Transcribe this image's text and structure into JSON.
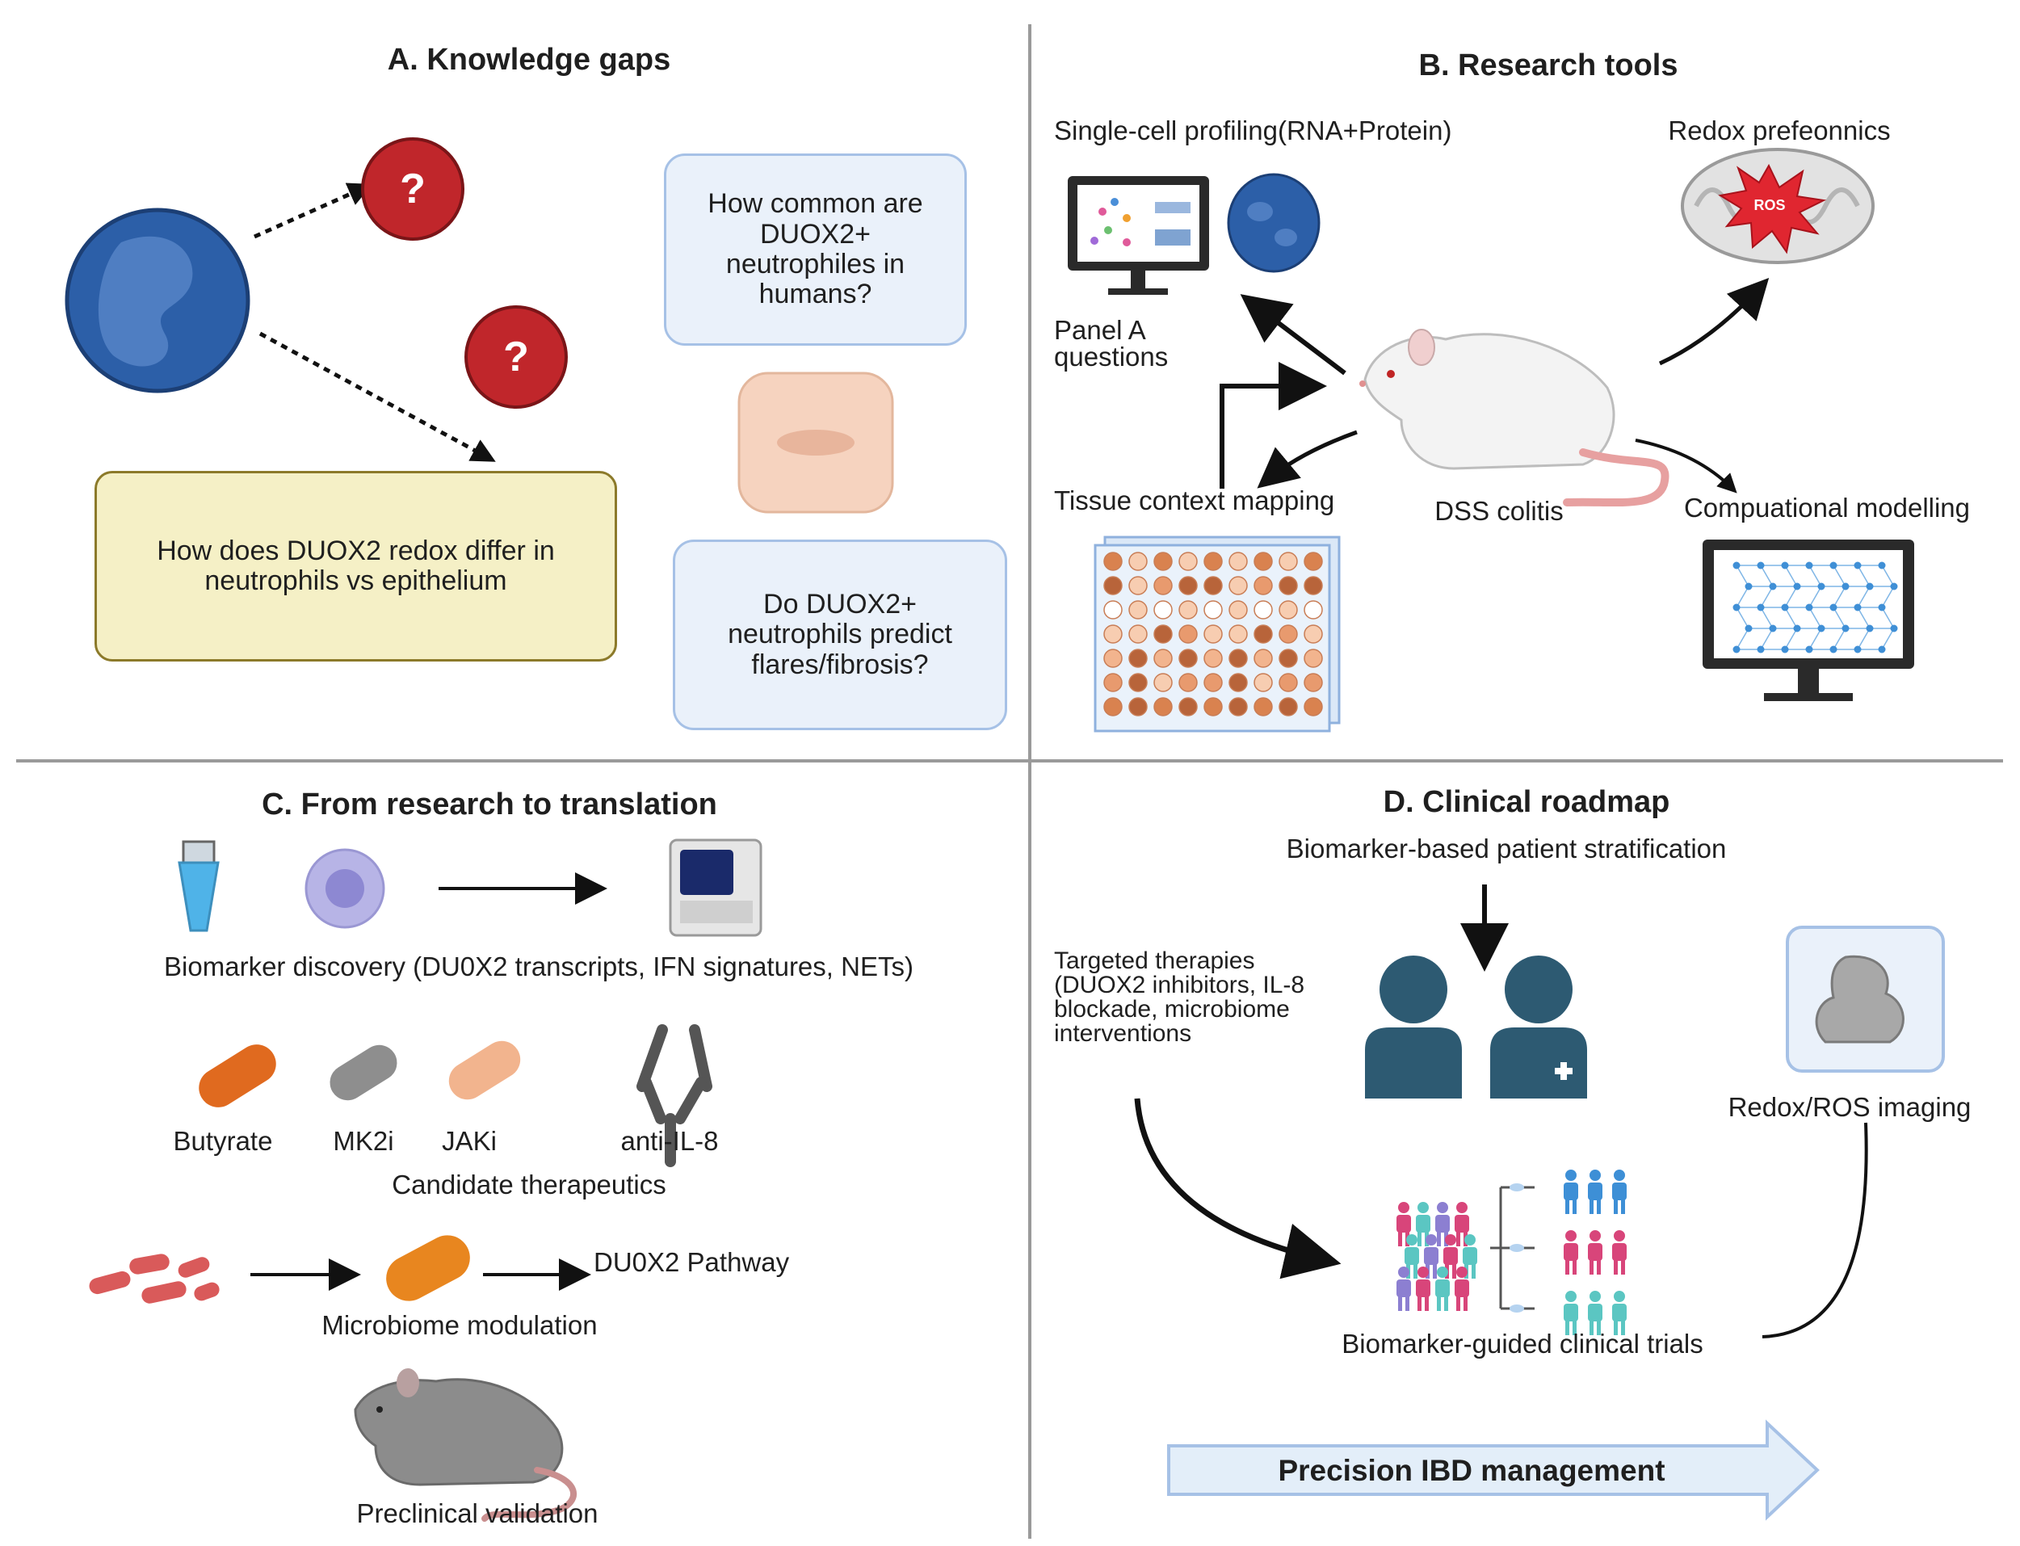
{
  "panels": {
    "a": {
      "title": "A. Knowledge gaps",
      "question_mark": "?",
      "box_epithelium": "How does DUOX2 redox differ in neutrophils vs epithelium",
      "box_common": "How common are DUOX2+ neutrophiles in humans?",
      "box_predict": "Do DUOX2+ neutrophils predict flares/fibrosis?"
    },
    "b": {
      "title": "B. Research tools",
      "single_cell": "Single-cell profiling(RNA+Protein)",
      "redox_prefeonnics": "Redox prefeonnics",
      "ros": "ROS",
      "panel_a_questions": "Panel A questions",
      "tissue_context": "Tissue context mapping",
      "dss_colitis": "DSS colitis",
      "computational": "Compuational modelling"
    },
    "c": {
      "title": "C. From research to translation",
      "biomarker_discovery": "Biomarker discovery (DU0X2 transcripts, IFN signatures, NETs)",
      "drugs": [
        "Butyrate",
        "MK2i",
        "JAKi",
        "anti-IL-8"
      ],
      "candidate_therapeutics": "Candidate therapeutics",
      "pathway": "DU0X2 Pathway",
      "microbiome_modulation": "Microbiome modulation",
      "preclinical": "Preclinical validation"
    },
    "d": {
      "title": "D. Clinical roadmap",
      "stratification": "Biomarker-based patient stratification",
      "targeted_therapies": "Targeted therapies (DUOX2 inhibitors, IL-8 blockade, microbiome interventions",
      "imaging": "Redox/ROS imaging",
      "trials": "Biomarker-guided clinical trials",
      "precision": "Precision IBD management"
    }
  },
  "colors": {
    "divider": "#9a9a9a",
    "neutrophil": "#2c5fa8",
    "question_red": "#c0262b",
    "question_box": "#eaf1fa",
    "yellow_box": "#f5f0c6",
    "butyrate": "#e06a1f",
    "mk2i": "#8e8e8e",
    "jaki": "#f2b48e",
    "person_dark": "#2d5a72",
    "precision_arrow": "#e3eef9"
  }
}
